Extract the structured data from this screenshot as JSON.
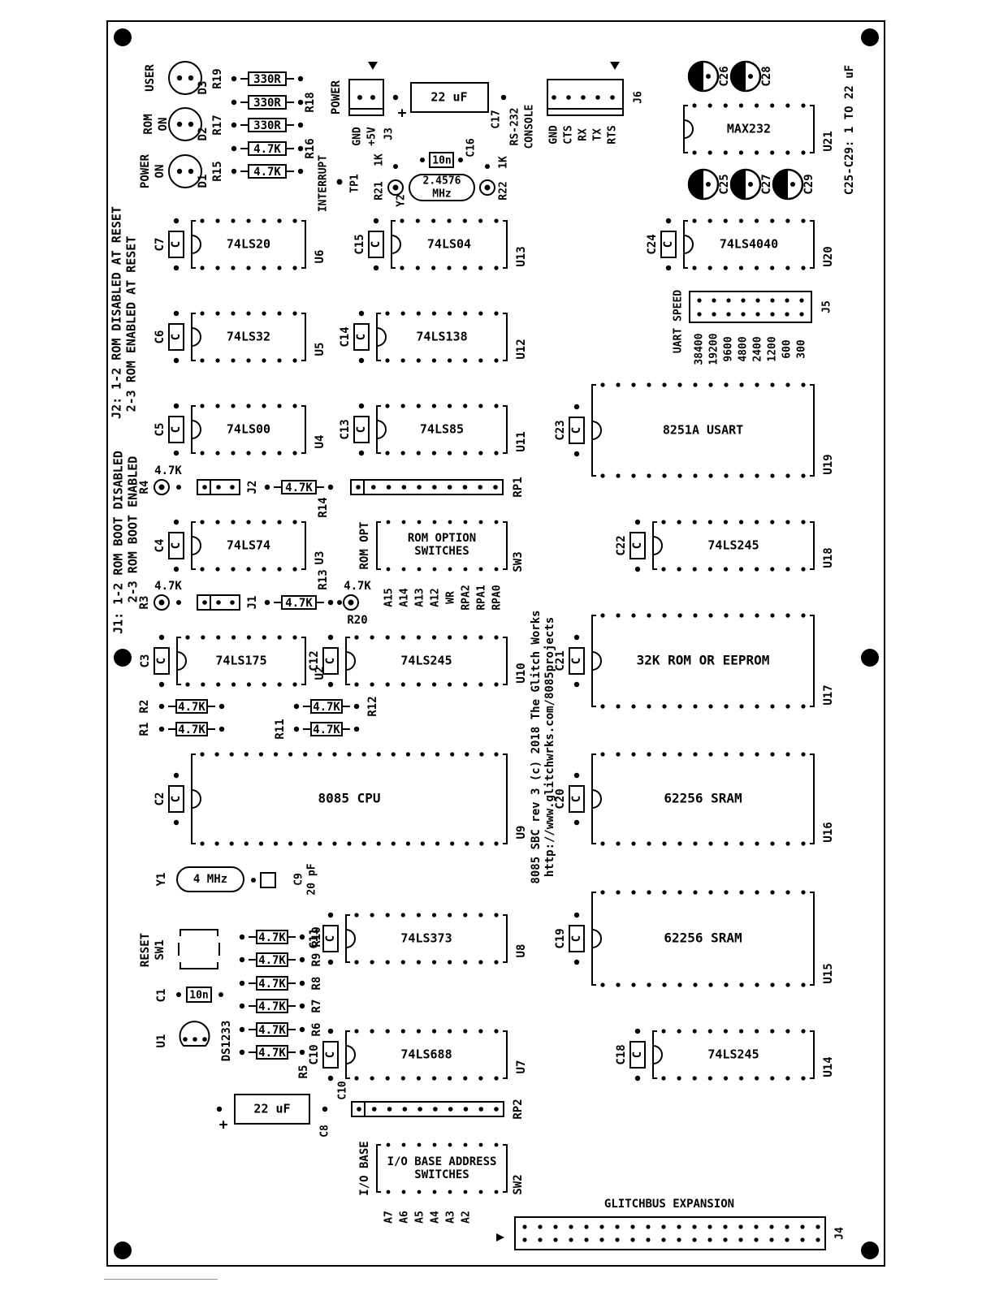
{
  "board": {
    "ics": [
      {
        "id": "U6",
        "part": "74LS20",
        "cap": "C7"
      },
      {
        "id": "U5",
        "part": "74LS32",
        "cap": "C6"
      },
      {
        "id": "U4",
        "part": "74LS00",
        "cap": "C5"
      },
      {
        "id": "U3",
        "part": "74LS74",
        "cap": "C4"
      },
      {
        "id": "U2",
        "part": "74LS175",
        "cap": "C3"
      },
      {
        "id": "U13",
        "part": "74LS04",
        "cap": "C15"
      },
      {
        "id": "U12",
        "part": "74LS138",
        "cap": "C14"
      },
      {
        "id": "U11",
        "part": "74LS85",
        "cap": "C13"
      },
      {
        "id": "U10",
        "part": "74LS245",
        "cap": "C12"
      },
      {
        "id": "U9",
        "part": "8085 CPU",
        "cap": "C2"
      },
      {
        "id": "U8",
        "part": "74LS373",
        "cap": "C11"
      },
      {
        "id": "U7",
        "part": "74LS688",
        "cap": "C10"
      },
      {
        "id": "U20",
        "part": "74LS4040",
        "cap": "C24"
      },
      {
        "id": "U19",
        "part": "8251A USART",
        "cap": "C23"
      },
      {
        "id": "U18",
        "part": "74LS245",
        "cap": "C22"
      },
      {
        "id": "U17",
        "part": "32K ROM OR EEPROM",
        "cap": "C21"
      },
      {
        "id": "U16",
        "part": "62256 SRAM",
        "cap": "C20"
      },
      {
        "id": "U15",
        "part": "62256 SRAM",
        "cap": "C19"
      },
      {
        "id": "U14",
        "part": "74LS245",
        "cap": "C18"
      },
      {
        "id": "U21",
        "part": "MAX232",
        "cap": ""
      }
    ],
    "cap_letter": "C",
    "resistors": [
      {
        "id": "R19",
        "value": "330R"
      },
      {
        "id": "R18",
        "value": "330R"
      },
      {
        "id": "R17",
        "value": "330R"
      },
      {
        "id": "R16",
        "value": "4.7K"
      },
      {
        "id": "R15",
        "value": "4.7K"
      },
      {
        "id": "R14",
        "value": "4.7K"
      },
      {
        "id": "R13",
        "value": "4.7K"
      },
      {
        "id": "R2",
        "value": "4.7K"
      },
      {
        "id": "R1",
        "value": "4.7K"
      },
      {
        "id": "R12",
        "value": "4.7K"
      },
      {
        "id": "R11",
        "value": "4.7K"
      },
      {
        "id": "R10",
        "value": "4.7K"
      },
      {
        "id": "R9",
        "value": "4.7K"
      },
      {
        "id": "R8",
        "value": "4.7K"
      },
      {
        "id": "R7",
        "value": "4.7K"
      },
      {
        "id": "R6",
        "value": "4.7K"
      },
      {
        "id": "R5",
        "value": "4.7K"
      }
    ],
    "pots": [
      {
        "id": "R4",
        "value": "4.7K"
      },
      {
        "id": "R3",
        "value": "4.7K"
      },
      {
        "id": "R20",
        "value": "4.7K"
      },
      {
        "id": "R21",
        "value": "1K"
      },
      {
        "id": "R22",
        "value": "1K"
      }
    ],
    "leds": [
      {
        "id": "D3",
        "label": "USER"
      },
      {
        "id": "D2",
        "label1": "ROM",
        "label2": "ON"
      },
      {
        "id": "D1",
        "label1": "POWER",
        "label2": "ON"
      }
    ],
    "polar_caps": [
      "C26",
      "C28",
      "C25",
      "C27",
      "C29"
    ],
    "c17": {
      "id": "C17",
      "value": "22 uF",
      "plus": "+"
    },
    "c8": {
      "id": "C8",
      "value": "22 uF",
      "plus": "+"
    },
    "c16": {
      "id": "C16",
      "value": "10n"
    },
    "c1": {
      "id": "C1",
      "value": "10n"
    },
    "c9": {
      "id": "C9",
      "value": "20 pF"
    },
    "y2": {
      "id": "Y2",
      "freq1": "2.4576",
      "freq2": "MHz"
    },
    "y1": {
      "id": "Y1",
      "freq": "4 MHz"
    },
    "j3": {
      "id": "J3",
      "title": "POWER",
      "pins": [
        "GND",
        "+5V"
      ]
    },
    "j6": {
      "id": "J6",
      "title1": "RS-232",
      "title2": "CONSOLE",
      "pins": [
        "GND",
        "CTS",
        "RX",
        "TX",
        "RTS"
      ]
    },
    "tp1": {
      "id": "TP1",
      "label": "INTERRUPT"
    },
    "j5": {
      "id": "J5",
      "title": "UART SPEED",
      "speeds": [
        "38400",
        "19200",
        "9600",
        "4800",
        "2400",
        "1200",
        "600",
        "300"
      ]
    },
    "j2": {
      "id": "J2"
    },
    "j1": {
      "id": "J1"
    },
    "rp1": {
      "id": "RP1"
    },
    "rp2": {
      "id": "RP2"
    },
    "sw3": {
      "id": "SW3",
      "title": "ROM OPT",
      "text1": "ROM OPTION",
      "text2": "SWITCHES",
      "pins": [
        "A15",
        "A14",
        "A13",
        "A12",
        "WR",
        "RPA2",
        "RPA1",
        "RPA0"
      ]
    },
    "sw2": {
      "id": "SW2",
      "title": "I/O BASE",
      "text1": "I/O BASE ADDRESS",
      "text2": "SWITCHES",
      "pins": [
        "A7",
        "A6",
        "A5",
        "A4",
        "A3",
        "A2"
      ]
    },
    "sw1": {
      "id": "SW1",
      "label": "RESET"
    },
    "u1": {
      "id": "U1",
      "part": "DS1233"
    },
    "j4": {
      "id": "J4",
      "title": "GLITCHBUS EXPANSION"
    },
    "notes": {
      "j2_line1": "J2: 1-2 ROM DISABLED AT RESET",
      "j2_line2": "2-3 ROM ENABLED AT RESET",
      "j1_line1": "J1: 1-2 ROM BOOT DISABLED",
      "j1_line2": "2-3 ROM BOOT ENABLED",
      "c25_c29": "C25-C29: 1 TO 22 uF",
      "credit1": "8085 SBC rev 3 (c) 2018 The Glitch Works",
      "credit2": "http://www.glitchwrks.com/8085projects"
    }
  }
}
